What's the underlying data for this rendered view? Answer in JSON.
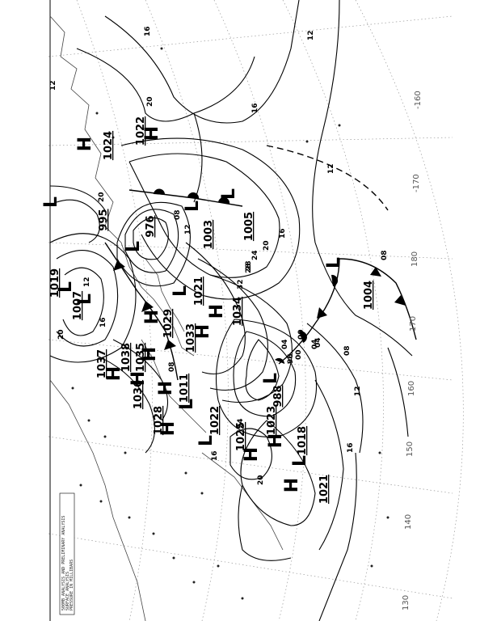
{
  "map": {
    "caption_lines": [
      "500MB ANALYSIS AND PRELIMINARY ANALYSIS",
      "SURFACE ANALYSIS",
      "PRESSURE IN MILLIBARS"
    ],
    "longitude_labels": [
      "-160",
      "-170",
      "180",
      "170",
      "160",
      "150",
      "140",
      "130"
    ],
    "centres": [
      {
        "type": "H",
        "value": "1024"
      },
      {
        "type": "H",
        "value": "1022"
      },
      {
        "type": "L",
        "value": "995"
      },
      {
        "type": "L",
        "value": "976"
      },
      {
        "type": "L",
        "value": "1003"
      },
      {
        "type": "L",
        "value": "1005"
      },
      {
        "type": "L",
        "value": "1019"
      },
      {
        "type": "L",
        "value": "1007"
      },
      {
        "type": "L",
        "value": "1021"
      },
      {
        "type": "H",
        "value": "1029"
      },
      {
        "type": "H",
        "value": "1034"
      },
      {
        "type": "H",
        "value": "1033"
      },
      {
        "type": "H",
        "value": "1035"
      },
      {
        "type": "H",
        "value": "1038"
      },
      {
        "type": "H",
        "value": "1037"
      },
      {
        "type": "H",
        "value": "1036"
      },
      {
        "type": "L",
        "value": "1011"
      },
      {
        "type": "H",
        "value": "1028"
      },
      {
        "type": "L",
        "value": "1022"
      },
      {
        "type": "H",
        "value": "1025"
      },
      {
        "type": "H",
        "value": "1023"
      },
      {
        "type": "L",
        "value": "988"
      },
      {
        "type": "L",
        "value": "1018"
      },
      {
        "type": "H",
        "value": "1021"
      },
      {
        "type": "L",
        "value": "1004"
      }
    ],
    "isobar_labels": [
      "16",
      "20",
      "12",
      "16",
      "20",
      "12",
      "08",
      "12",
      "16",
      "20",
      "24",
      "28",
      "32",
      "16",
      "12",
      "08",
      "04",
      "00",
      "96",
      "04",
      "00",
      "08",
      "12",
      "16",
      "20",
      "24",
      "28",
      "20",
      "16",
      "12",
      "08",
      "04"
    ]
  },
  "colors": {
    "background": "#ffffff",
    "ink": "#000000",
    "grid": "#9a9a9a",
    "coast": "#444444"
  }
}
